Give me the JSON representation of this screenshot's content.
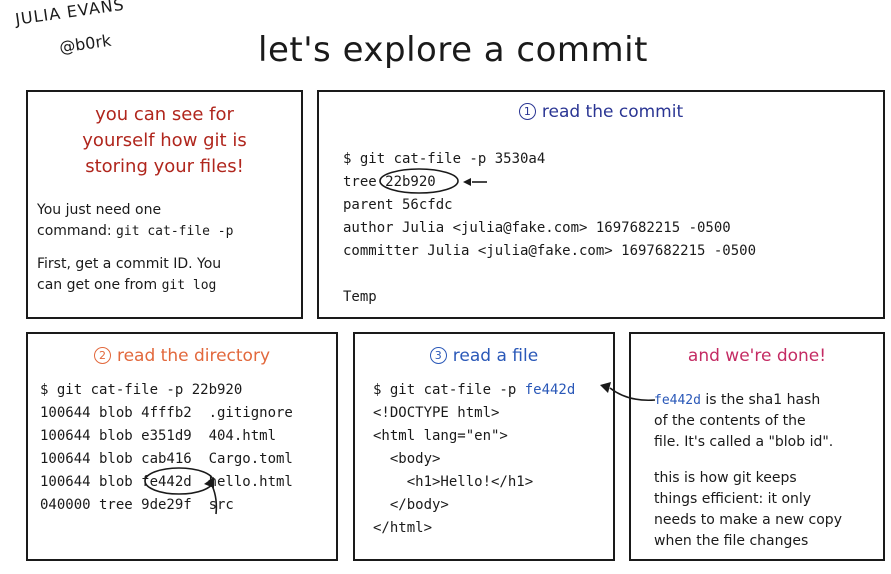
{
  "author": {
    "name": "JULIA EVANS",
    "handle": "@b0rk"
  },
  "title": "let's explore a commit",
  "intro": {
    "heading": [
      "you can see for",
      "yourself how git is",
      "storing your files!"
    ],
    "p1_text": "You just need one",
    "p1_text2": "command:",
    "p1_code": "git cat-file -p",
    "p2_line1": "First, get a commit ID. You",
    "p2_text": "can get one from",
    "p2_code": "git log"
  },
  "step1": {
    "number": "1",
    "title": "read the commit",
    "lines": [
      "$ git cat-file -p 3530a4",
      "tree 22b920",
      "parent 56cfdc",
      "author Julia <julia@fake.com> 1697682215 -0500",
      "committer Julia <julia@fake.com> 1697682215 -0500",
      "",
      "Temp"
    ]
  },
  "step2": {
    "number": "2",
    "title": "read the directory",
    "command": "$ git cat-file -p 22b920",
    "rows": [
      "100644 blob 4fffb2  .gitignore",
      "100644 blob e351d9  404.html",
      "100644 blob cab416  Cargo.toml",
      "100644 blob fe442d  hello.html",
      "040000 tree 9de29f  src"
    ]
  },
  "step3": {
    "number": "3",
    "title": "read a file",
    "command_prefix": "$ git cat-file -p ",
    "command_hash": "fe442d",
    "lines": [
      "<!DOCTYPE html>",
      "<html lang=\"en\">",
      "  <body>",
      "    <h1>Hello!</h1>",
      "  </body>",
      "</html>"
    ]
  },
  "done": {
    "title": "and we're done!",
    "hash": "fe442d",
    "note1_rest": " is the sha1 hash",
    "note1_lines": [
      "of the contents of the",
      "file. It's called a \"blob id\"."
    ],
    "note2_lines": [
      "this is how git keeps",
      "things efficient: it only",
      "needs to make a new copy",
      "when the file changes"
    ]
  },
  "colors": {
    "intro_heading": "#b0261d",
    "step1_title": "#2a3593",
    "step2_title": "#e2683c",
    "step3_title": "#2a58b8",
    "done_title": "#c42b63",
    "hash_highlight": "#2a58b8"
  }
}
